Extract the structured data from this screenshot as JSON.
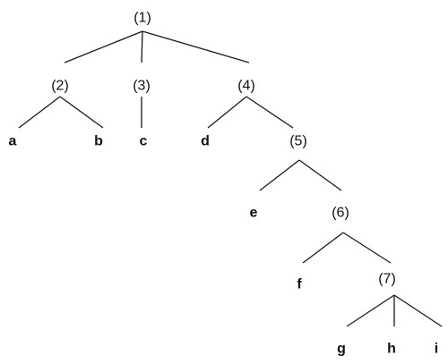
{
  "diagram": {
    "nodes": [
      {
        "id": "n1",
        "label": "(1)",
        "kind": "internal"
      },
      {
        "id": "n2",
        "label": "(2)",
        "kind": "internal"
      },
      {
        "id": "n3",
        "label": "(3)",
        "kind": "internal"
      },
      {
        "id": "n4",
        "label": "(4)",
        "kind": "internal"
      },
      {
        "id": "n5",
        "label": "(5)",
        "kind": "internal"
      },
      {
        "id": "n6",
        "label": "(6)",
        "kind": "internal"
      },
      {
        "id": "n7",
        "label": "(7)",
        "kind": "internal"
      },
      {
        "id": "a",
        "label": "a",
        "kind": "leaf"
      },
      {
        "id": "b",
        "label": "b",
        "kind": "leaf"
      },
      {
        "id": "c",
        "label": "c",
        "kind": "leaf"
      },
      {
        "id": "d",
        "label": "d",
        "kind": "leaf"
      },
      {
        "id": "e",
        "label": "e",
        "kind": "leaf"
      },
      {
        "id": "f",
        "label": "f",
        "kind": "leaf"
      },
      {
        "id": "g",
        "label": "g",
        "kind": "leaf"
      },
      {
        "id": "h",
        "label": "h",
        "kind": "leaf"
      },
      {
        "id": "i",
        "label": "i",
        "kind": "leaf"
      }
    ],
    "edges": [
      [
        "n1",
        "n2"
      ],
      [
        "n1",
        "n3"
      ],
      [
        "n1",
        "n4"
      ],
      [
        "n2",
        "a"
      ],
      [
        "n2",
        "b"
      ],
      [
        "n3",
        "c"
      ],
      [
        "n4",
        "d"
      ],
      [
        "n4",
        "n5"
      ],
      [
        "n5",
        "e"
      ],
      [
        "n5",
        "n6"
      ],
      [
        "n6",
        "f"
      ],
      [
        "n6",
        "n7"
      ],
      [
        "n7",
        "g"
      ],
      [
        "n7",
        "h"
      ],
      [
        "n7",
        "i"
      ]
    ]
  }
}
